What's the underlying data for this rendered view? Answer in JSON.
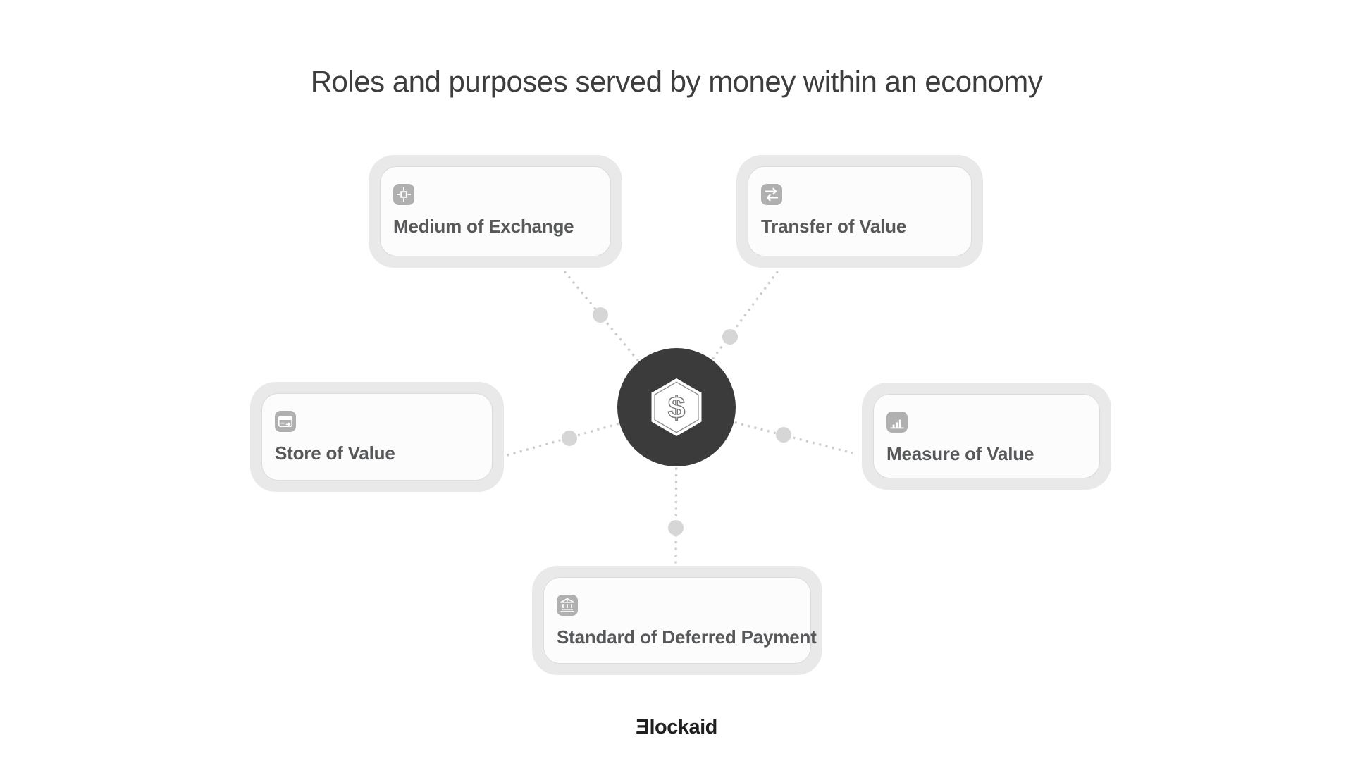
{
  "title": "Roles and purposes served by money within an economy",
  "center": {
    "icon": "dollar-hexagon-icon",
    "symbol": "$"
  },
  "cards": [
    {
      "id": "medium-of-exchange",
      "label": "Medium of Exchange",
      "icon": "crosshair-icon"
    },
    {
      "id": "transfer-of-value",
      "label": "Transfer of Value",
      "icon": "swap-arrows-icon"
    },
    {
      "id": "store-of-value",
      "label": "Store of Value",
      "icon": "card-save-icon"
    },
    {
      "id": "measure-of-value",
      "label": "Measure of Value",
      "icon": "bar-chart-icon"
    },
    {
      "id": "standard-of-deferred-payment",
      "label": "Standard of Deferred Payment",
      "icon": "bank-icon"
    }
  ],
  "footer": {
    "brand_mark": "Ǝ",
    "brand_rest": "lockaid"
  },
  "colors": {
    "background": "#ffffff",
    "title": "#3d3d3d",
    "card_outer": "#e9e9e9",
    "card_inner": "#fcfcfc",
    "card_border": "#dcdcdc",
    "icon_bg": "#b0b0b0",
    "icon_glyph": "#ffffff",
    "label": "#57585a",
    "circle": "#3b3b3b",
    "dotted_line": "#cbcbcb",
    "connector_dot": "#d6d6d6",
    "logo": "#1f1f1f"
  }
}
